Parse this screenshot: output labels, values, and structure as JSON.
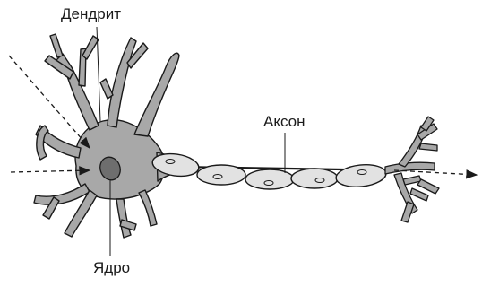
{
  "labels": {
    "dendrite": "Дендрит",
    "axon": "Аксон",
    "nucleus": "Ядро"
  },
  "colors": {
    "soma_fill": "#a8a8a8",
    "myelin_fill": "#e2e2e2",
    "nucleus_fill": "#6e6e6e",
    "outline": "#1a1a1a"
  }
}
